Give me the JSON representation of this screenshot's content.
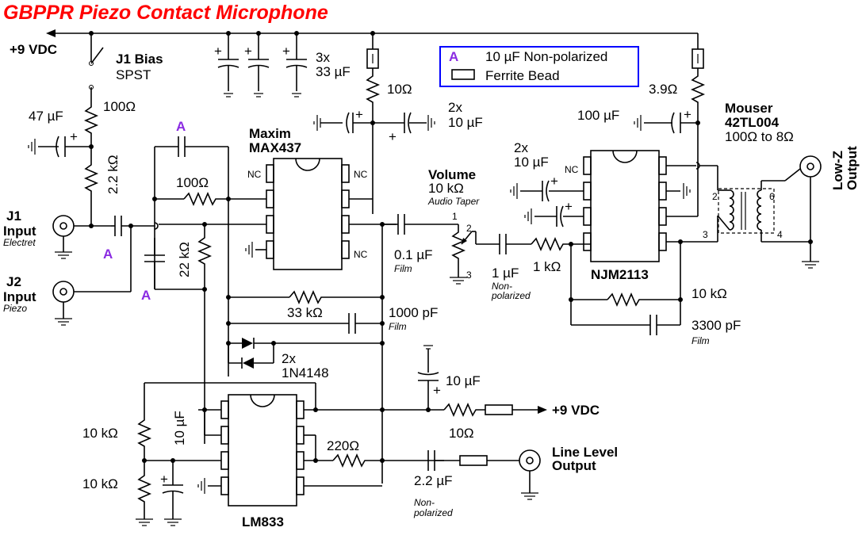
{
  "title": "GBPPR Piezo Contact Microphone",
  "title_color": "#ff0000",
  "annotation_color": "#8a2be2",
  "legend_border_color": "#0000ff",
  "legend": {
    "a_symbol": "A",
    "a_text": "10 µF Non-polarized",
    "ferrite_text": "Ferrite Bead"
  },
  "labels": {
    "vdc_top": "+9 VDC",
    "j1_bias": "J1 Bias",
    "spst": "SPST",
    "cap_3x": "3x",
    "cap_33uf": "33 µF",
    "r_10ohm_top": "10Ω",
    "cap_47uf": "47 µF",
    "r_100ohm_bias": "100Ω",
    "r_2k2": "2.2 kΩ",
    "cap_2x": "2x",
    "cap_2x_val": "10 µF",
    "maxim": "Maxim",
    "max437": "MAX437",
    "r_100ohm_fb": "100Ω",
    "j1_input": "J1",
    "j1_input2": "Input",
    "electret": "Electret",
    "j2_input": "J2",
    "j2_input2": "Input",
    "piezo": "Piezo",
    "r_22k": "22 kΩ",
    "nc": "NC",
    "volume": "Volume",
    "volume_val": "10 kΩ",
    "audio_taper": "Audio Taper",
    "pin1": "1",
    "pin2": "2",
    "pin3": "3",
    "cap_01uf": "0.1 µF",
    "film": "Film",
    "cap_1uf": "1 µF",
    "non": "Non-",
    "polarized": "polarized",
    "r_1k": "1 kΩ",
    "njm": "NJM2113",
    "r_33k": "33 kΩ",
    "cap_1000pf": "1000 pF",
    "diodes_2x": "2x",
    "diodes": "1N4148",
    "cap_100uf": "100 µF",
    "r_3_9": "3.9Ω",
    "mouser": "Mouser",
    "mouser_pn": "42TL004",
    "mouser_imp": "100Ω to 8Ω",
    "cap_10uf_left": "2x",
    "cap_10uf_left_val": "10 µF",
    "low_z": "Low-Z",
    "output": "Output",
    "t_pin2": "2",
    "t_pin3": "3",
    "t_pin6": "6",
    "t_pin4": "4",
    "r_10k_fb": "10 kΩ",
    "cap_3300pf": "3300 pF",
    "cap_10uf_lm": "10 µF",
    "r_10ohm_lm": "10Ω",
    "vdc_lm": "+9 VDC",
    "r_10k_a": "10 kΩ",
    "r_10k_b": "10 kΩ",
    "cap_10uf_bias": "10 µF",
    "r_220": "220Ω",
    "line_level": "Line Level",
    "line_output": "Output",
    "cap_2_2uf": "2.2 µF",
    "lm833": "LM833",
    "annot_a": "A"
  }
}
